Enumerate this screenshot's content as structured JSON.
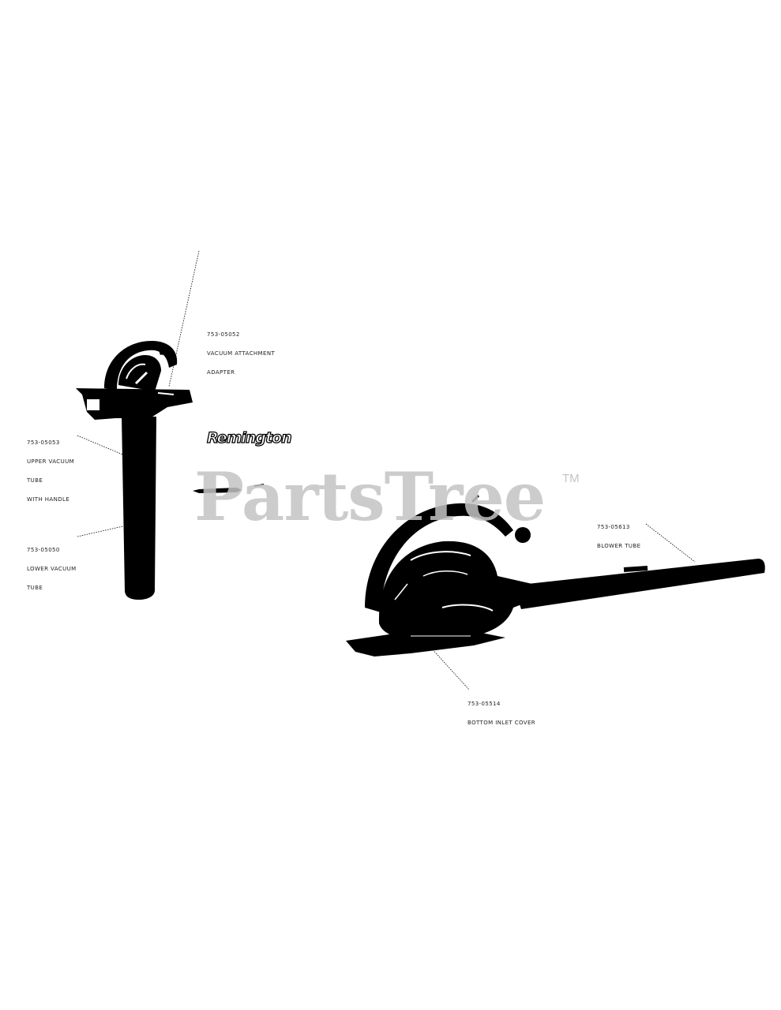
{
  "watermark": {
    "text": "PartsTree",
    "tm": "TM"
  },
  "brand": {
    "text": "Remington"
  },
  "callouts": {
    "top_adapter": {
      "part": "753-05052",
      "lines": [
        "VACUUM ATTACHMENT",
        "ADAPTER"
      ]
    },
    "upper_tube": {
      "part": "753-05053",
      "lines": [
        "UPPER VACUUM",
        "TUBE",
        "WITH HANDLE"
      ]
    },
    "lower_tube": {
      "part": "753-05050",
      "lines": [
        "LOWER VACUUM",
        "TUBE"
      ]
    },
    "blower_tube": {
      "part": "753-05613",
      "lines": [
        "BLOWER TUBE"
      ]
    },
    "inlet_cover": {
      "part": "753-05514",
      "lines": [
        "BOTTOM INLET COVER"
      ]
    }
  }
}
